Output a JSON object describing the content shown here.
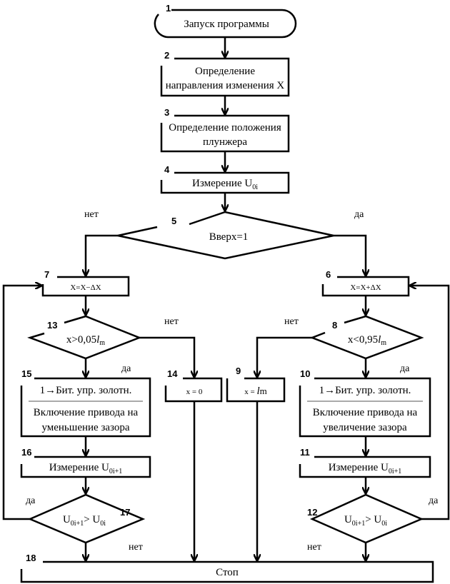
{
  "blocks": {
    "b1": {
      "num": "1",
      "text": "Запуск программы"
    },
    "b2": {
      "num": "2",
      "line1": "Определение",
      "line2": "направления изменения X"
    },
    "b3": {
      "num": "3",
      "line1": "Определение положения",
      "line2": "плунжера"
    },
    "b4": {
      "num": "4",
      "text": "Измерение U",
      "sub": "0i"
    },
    "b5": {
      "num": "5",
      "text": "Вверх=1"
    },
    "b6": {
      "num": "6",
      "text": "X=X+ΔX"
    },
    "b7": {
      "num": "7",
      "text": "X=X−ΔX"
    },
    "b8": {
      "num": "8",
      "text": "x<0,95",
      "var": "l",
      "sub": "m"
    },
    "b9": {
      "num": "9",
      "text": "x = ",
      "var": "l",
      "sub": "m"
    },
    "b10": {
      "num": "10",
      "line1": "1→Бит. упр. золотн.",
      "line2": "Включение привода на",
      "line3": "увеличение зазора"
    },
    "b11": {
      "num": "11",
      "text": "Измерение U",
      "sub": "0i+1"
    },
    "b12": {
      "num": "12",
      "text1": "U",
      "sub1": "0i+1",
      "text2": "> U",
      "sub2": "0i"
    },
    "b13": {
      "num": "13",
      "text": "x>0,05",
      "var": "l",
      "sub": "m"
    },
    "b14": {
      "num": "14",
      "text": "x = 0"
    },
    "b15": {
      "num": "15",
      "line1": "1→Бит. упр. золотн.",
      "line2": "Включение привода на",
      "line3": "уменьшение зазора"
    },
    "b16": {
      "num": "16",
      "text": "Измерение U",
      "sub": "0i+1"
    },
    "b17": {
      "num": "17",
      "text1": "U",
      "sub1": "0i+1",
      "text2": "> U",
      "sub2": "0i"
    },
    "b18": {
      "num": "18",
      "text": "Стоп"
    }
  },
  "labels": {
    "yes": "да",
    "no": "нет"
  }
}
